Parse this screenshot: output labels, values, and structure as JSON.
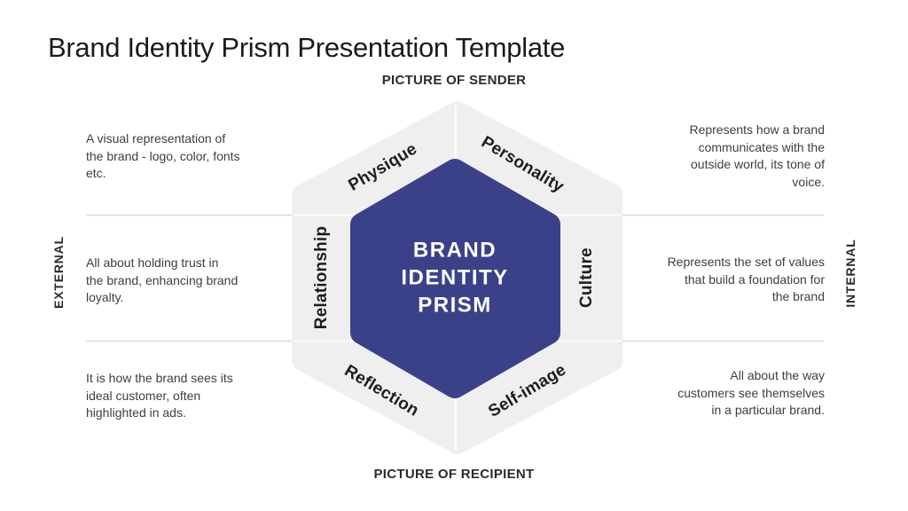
{
  "title": "Brand Identity Prism Presentation Template",
  "axes": {
    "top": "PICTURE OF SENDER",
    "bottom": "PICTURE OF RECIPIENT",
    "left": "EXTERNAL",
    "right": "INTERNAL"
  },
  "hexagon": {
    "center_title_lines": [
      "BRAND",
      "IDENTITY",
      "PRISM"
    ],
    "segments": [
      "Physique",
      "Personality",
      "Relationship",
      "Culture",
      "Reflection",
      "Self-image"
    ]
  },
  "descriptions": {
    "physique": "A visual representation of\nthe brand - logo, color, fonts\netc.",
    "personality": "Represents how a brand\ncommunicates with the\noutside world, its tone of\nvoice.",
    "relationship": "All about holding trust in\nthe brand, enhancing brand\nloyalty.",
    "culture": "Represents the set of values\nthat build a foundation for\nthe brand",
    "reflection": "It is how the brand sees its\nideal customer, often\nhighlighted in ads.",
    "self_image": "All about the way\ncustomers see themselves\nin a particular brand."
  },
  "colors": {
    "core_hexagon_fill": "#3B4189",
    "ring_hexagon_fill": "#EFEFEF",
    "divider_line": "#DADADA",
    "core_text": "#FFFFFF"
  }
}
